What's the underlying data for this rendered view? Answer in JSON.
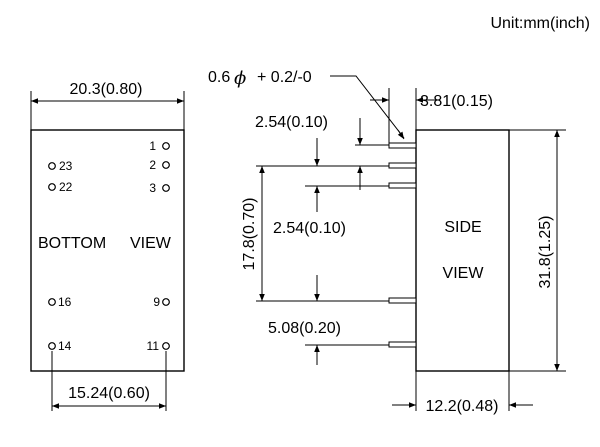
{
  "unit_label": "Unit:mm(inch)",
  "bottom_view": {
    "width_dim": "20.3(0.80)",
    "pitch_dim": "15.24(0.60)",
    "label_left": "BOTTOM",
    "label_right": "VIEW",
    "pins": {
      "p1": "1",
      "p2": "2",
      "p3": "3",
      "p9": "9",
      "p11": "11",
      "p14": "14",
      "p16": "16",
      "p22": "22",
      "p23": "23"
    }
  },
  "side_view": {
    "pin_dia_prefix": "0.6",
    "pin_dia_symbol": "ϕ",
    "pin_dia_suffix": "+ 0.2/-0",
    "pin_length_dim": "3.81(0.15)",
    "pitch_top_dim": "2.54(0.10)",
    "pitch_mid_dim": "2.54(0.10)",
    "span_dim": "17.8(0.70)",
    "pitch_bottom_dim": "5.08(0.20)",
    "height_dim": "31.8(1.25)",
    "thickness_dim": "12.2(0.48)",
    "label_top": "SIDE",
    "label_bottom": "VIEW"
  }
}
